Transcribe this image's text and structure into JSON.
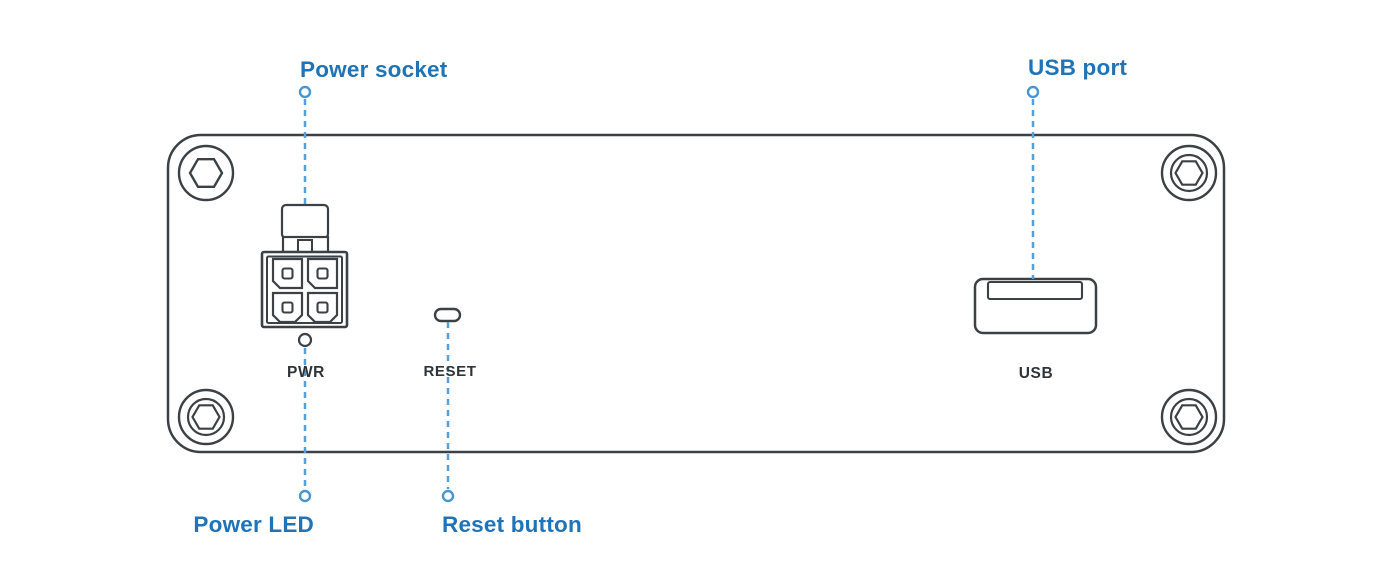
{
  "diagram": {
    "type": "device-panel-annotation",
    "callouts": {
      "power_socket": "Power socket",
      "usb_port": "USB port",
      "power_led": "Power LED",
      "reset_button": "Reset button"
    },
    "panel_labels": {
      "pwr": "PWR",
      "reset": "RESET",
      "usb": "USB"
    },
    "colors": {
      "callout_blue": "#2173b8",
      "leader_line_blue": "#55a0d8",
      "marker_blue": "#4a96d2",
      "outline_dark": "#3c4146",
      "panel_label_dark": "#2f3439",
      "background": "#ffffff"
    }
  }
}
